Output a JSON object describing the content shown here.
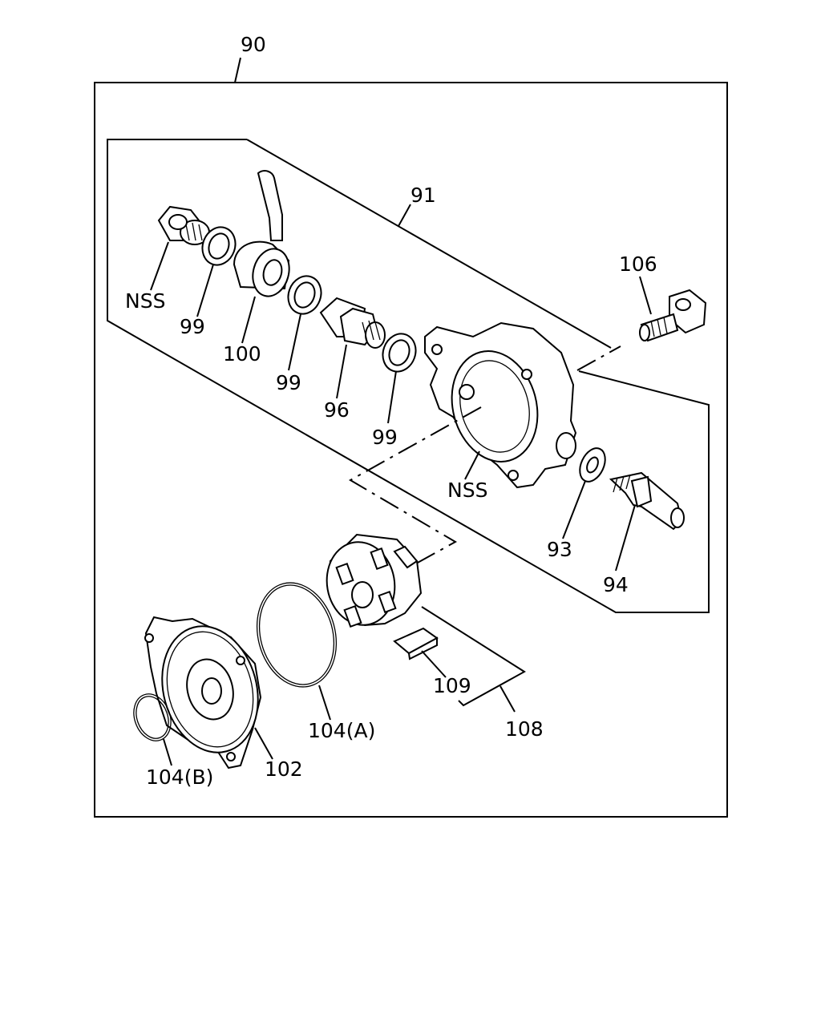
{
  "labels": {
    "assembly": "90",
    "kit": "91",
    "nss_top": "NSS",
    "washer_left": "99",
    "banjo": "100",
    "washer_mid": "99",
    "bolt": "96",
    "washer_right": "99",
    "nss_housing": "NSS",
    "bolt_106": "106",
    "washer_93": "93",
    "fitting_94": "94",
    "rotor_vane": "109",
    "rotor_kit": "108",
    "oring_a": "104(A)",
    "cover": "102",
    "oring_b": "104(B)"
  }
}
